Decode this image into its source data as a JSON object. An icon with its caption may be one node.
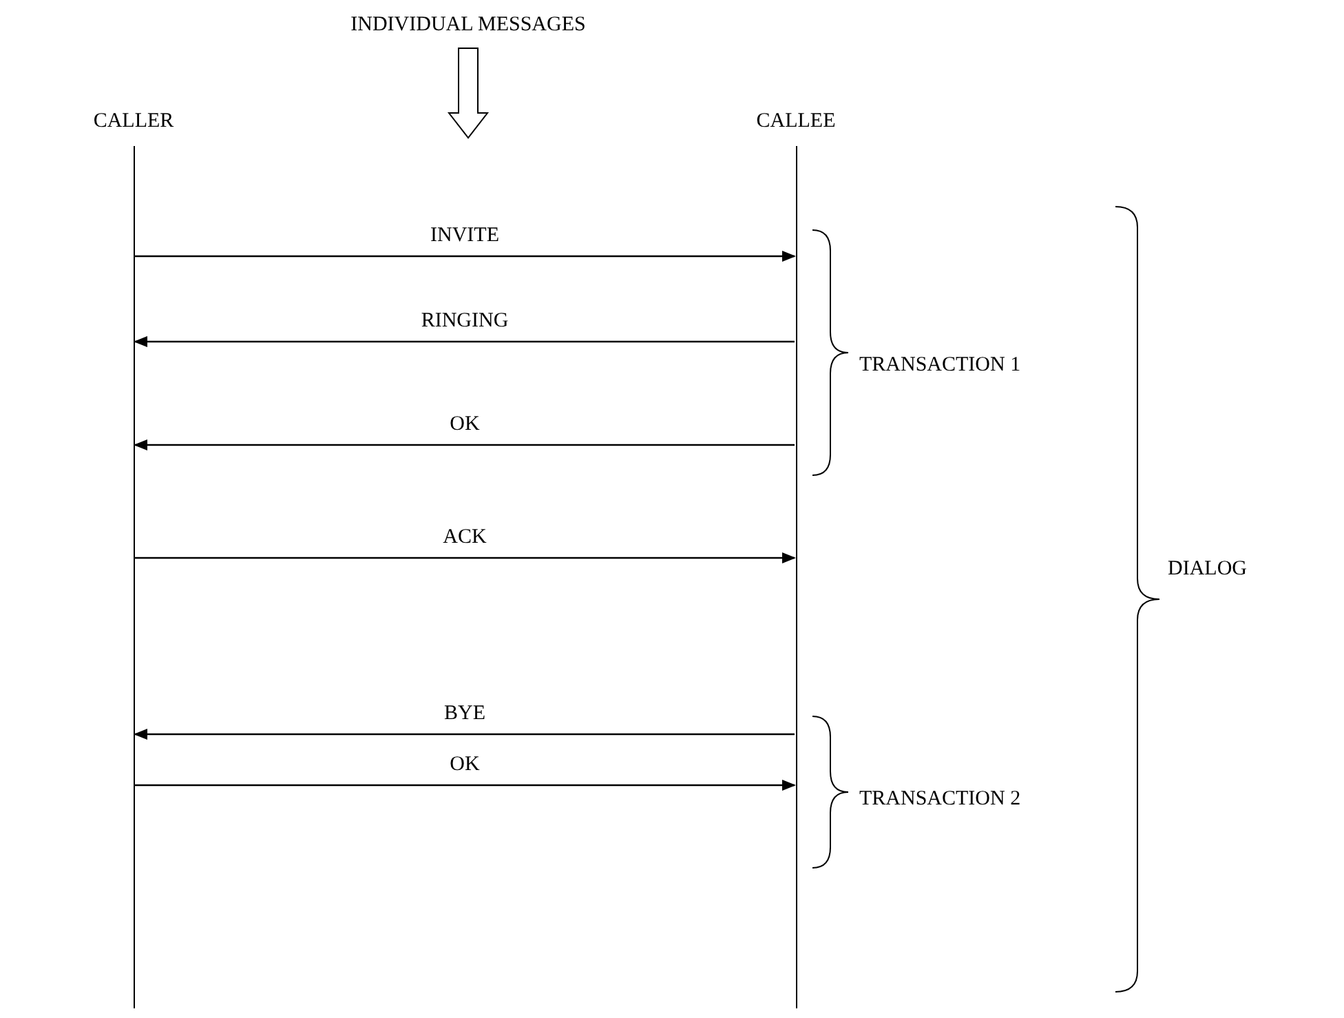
{
  "diagram": {
    "nodes": [
      {
        "text": [
          "CALLER"
        ]
      },
      {
        "text": [
          "CALLEE"
        ]
      }
    ],
    "edges": [
      {
        "from": 0,
        "to": 1,
        "arrow": "to",
        "label": "INVITE"
      },
      {
        "from": 1,
        "to": 0,
        "arrow": "to",
        "label": "RINGING"
      },
      {
        "from": 1,
        "to": 0,
        "arrow": "to",
        "label": "OK"
      },
      {
        "from": 0,
        "to": 1,
        "arrow": "to",
        "label": "ACK"
      },
      {
        "from": 1,
        "to": 0,
        "arrow": "to",
        "label": "BYE"
      },
      {
        "from": 0,
        "to": 1,
        "arrow": "to",
        "label": "OK"
      }
    ],
    "labels": [
      "INDIVIDUAL MESSAGES",
      "TRANSACTION 1",
      "DIALOG",
      "TRANSACTION 2"
    ]
  }
}
